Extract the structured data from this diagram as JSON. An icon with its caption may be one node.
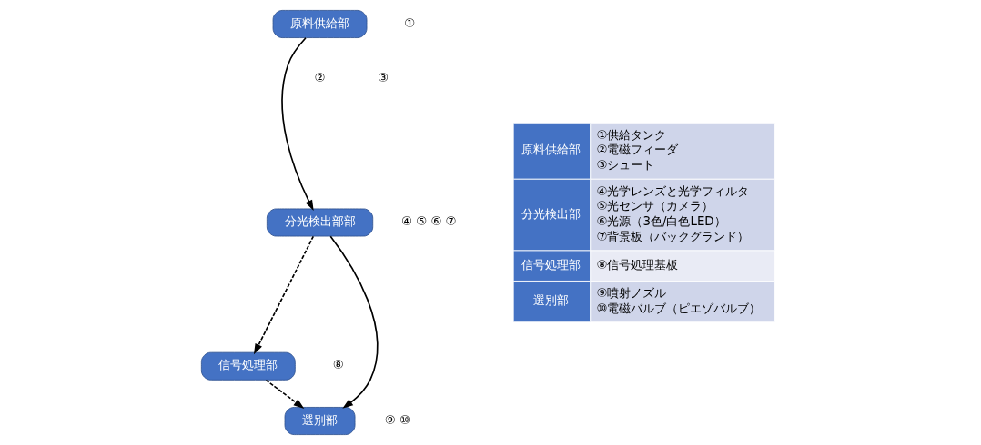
{
  "diagram": {
    "nodes": [
      {
        "text": [
          "原料供給部"
        ],
        "beside": [
          "①"
        ]
      },
      {
        "text": [
          "分光検出部部"
        ],
        "beside": [
          "④ ⑤ ⑥ ⑦"
        ]
      },
      {
        "text": [
          "信号処理部"
        ],
        "beside": [
          "⑧"
        ]
      },
      {
        "text": [
          "選別部"
        ],
        "beside": [
          "⑨ ⑩"
        ]
      }
    ],
    "edges": [
      {
        "from": 0,
        "to": 1,
        "arrow": "to"
      },
      {
        "from": 1,
        "to": 3,
        "arrow": "to"
      },
      {
        "from": 1,
        "to": 2,
        "arrow": "to",
        "style": "dashed"
      },
      {
        "from": 2,
        "to": 3,
        "arrow": "to",
        "style": "dashed"
      }
    ],
    "labels": [
      "②",
      "③",
      "原料供給部",
      "①供給タンク",
      "②電磁フィーダ",
      "③シュート",
      "分光検出部",
      "④光学レンズと光学フィルタ",
      "⑤光センサ（カメラ）",
      "⑥光源（3色/白色LED）",
      "⑦背景板（バックグランド）",
      "信号処理部",
      "⑧信号処理基板",
      "選別部",
      "⑨噴射ノズル",
      "⑩電磁バルブ（ピエゾバルブ）"
    ]
  }
}
